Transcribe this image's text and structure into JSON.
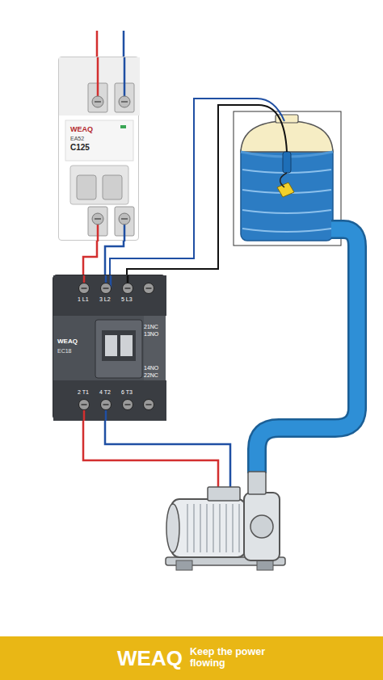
{
  "diagram": {
    "nodes": [
      {
        "text": [
          "WEAQ",
          "EA52",
          "C125"
        ]
      },
      {
        "text": [
          "WEAQ",
          "EC18"
        ]
      },
      {
        "text": [
          "WEAQ",
          "Keep the power flowing"
        ]
      }
    ],
    "edges": [
      {
        "from": 0,
        "to": 1,
        "arrow": "none"
      },
      {
        "from": 0,
        "to": 1,
        "arrow": "none"
      }
    ],
    "labels": [
      "1 L1",
      "3 L2",
      "5 L3",
      "21NC",
      "13NO",
      "14NO",
      "22NC",
      "2 T1",
      "4 T2",
      "6 T3"
    ]
  }
}
